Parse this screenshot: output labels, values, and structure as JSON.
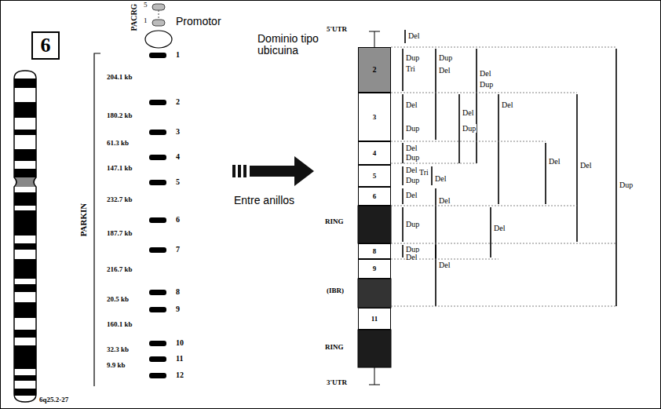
{
  "diagram": {
    "nodes": [
      {
        "text": [
          "6"
        ]
      },
      {
        "text": [
          "2"
        ]
      },
      {
        "text": [
          "3"
        ]
      },
      {
        "text": [
          "4"
        ]
      },
      {
        "text": [
          "5"
        ]
      },
      {
        "text": [
          "6"
        ]
      },
      {
        "text": [
          "8"
        ]
      },
      {
        "text": [
          "9"
        ]
      },
      {
        "text": [
          "11"
        ]
      }
    ],
    "labels": [
      "PACRG",
      "5",
      "1",
      "Promotor",
      "PARKIN",
      "1",
      "2",
      "3",
      "4",
      "5",
      "6",
      "7",
      "8",
      "9",
      "10",
      "11",
      "12",
      "204.1 kb",
      "180.2 kb",
      "61.3 kb",
      "147.1 kb",
      "232.7 kb",
      "187.7 kb",
      "216.7 kb",
      "20.5 kb",
      "160.1 kb",
      "32.3 kb",
      "9.9 kb",
      "6q25.2-27",
      "Dominio tipo ubicuina",
      "RING",
      "Entre anillos",
      "(IBR)",
      "RING",
      "5'UTR",
      "3'UTR",
      "Del",
      "Dup",
      "Tri",
      "Dup",
      "Del",
      "Del",
      "Dup",
      "Del",
      "Dup",
      "Del",
      "Dup",
      "Del",
      "Del",
      "Dup",
      "Del",
      "Tri",
      "Dup",
      "Del",
      "Del",
      "Del",
      "Dup",
      "Del",
      "Dup",
      "Del",
      "Del",
      "Del",
      "Del",
      "Dup"
    ]
  }
}
